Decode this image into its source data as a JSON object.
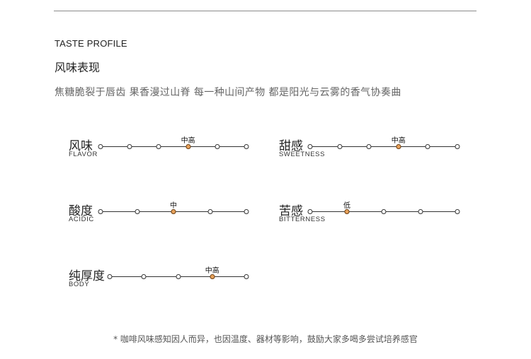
{
  "header": {
    "section_label": "TASTE PROFILE",
    "section_title": "风味表现",
    "tagline": "焦糖脆裂于唇齿 果香漫过山脊 每一种山间产物 都是阳光与云雾的香气协奏曲"
  },
  "colors": {
    "active_dot": "#e8a25c",
    "line": "#333333"
  },
  "metrics": [
    {
      "zh": "风味",
      "en": "FLAVOR",
      "level": "中高",
      "ticks": 6,
      "active_index": 3,
      "active_fraction": 0.6
    },
    {
      "zh": "甜感",
      "en": "SWEETNESS",
      "level": "中高",
      "ticks": 6,
      "active_index": 3,
      "active_fraction": 0.6
    },
    {
      "zh": "酸度",
      "en": "ACIDIC",
      "level": "中",
      "ticks": 5,
      "active_index": 2,
      "active_fraction": 0.5
    },
    {
      "zh": "苦感",
      "en": "BITTERNESS",
      "level": "低",
      "ticks": 5,
      "active_index": 1,
      "active_fraction": 0.25
    },
    {
      "zh": "纯厚度",
      "en": "BODY",
      "level": "中高",
      "ticks": 5,
      "active_index": 3,
      "active_fraction": 0.75
    }
  ],
  "footnote": "* 咖啡风味感知因人而异，也因温度、器材等影响，鼓励大家多喝多尝试培养感官"
}
